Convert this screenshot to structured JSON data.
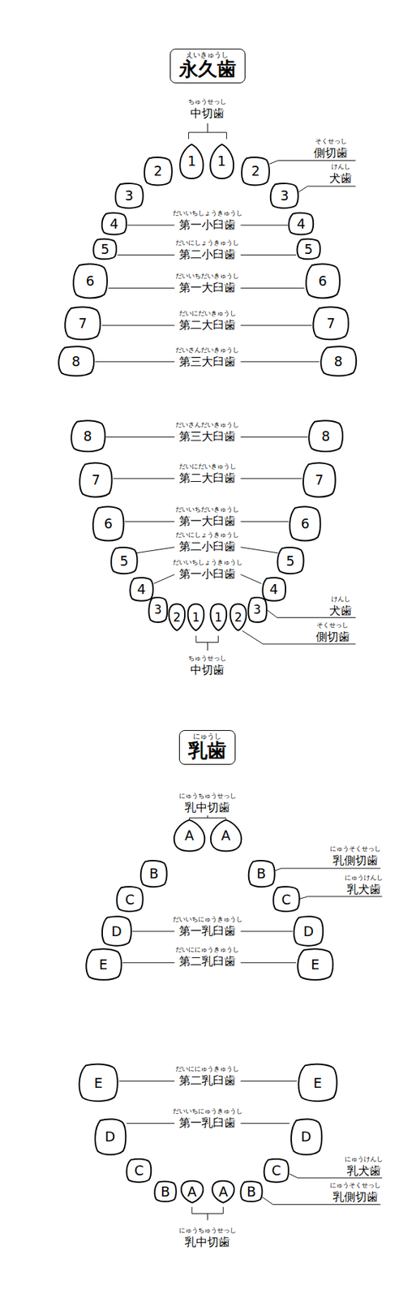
{
  "diagram": {
    "nodes": [
      {
        "text": [
          "えいきゅうし",
          "永久歯"
        ]
      },
      {
        "text": [
          "1"
        ]
      },
      {
        "text": [
          "1"
        ]
      },
      {
        "text": [
          "2"
        ]
      },
      {
        "text": [
          "2"
        ]
      },
      {
        "text": [
          "3"
        ]
      },
      {
        "text": [
          "3"
        ]
      },
      {
        "text": [
          "4"
        ]
      },
      {
        "text": [
          "4"
        ]
      },
      {
        "text": [
          "5"
        ]
      },
      {
        "text": [
          "5"
        ]
      },
      {
        "text": [
          "6"
        ]
      },
      {
        "text": [
          "6"
        ]
      },
      {
        "text": [
          "7"
        ]
      },
      {
        "text": [
          "7"
        ]
      },
      {
        "text": [
          "8"
        ]
      },
      {
        "text": [
          "8"
        ]
      },
      {
        "text": [
          "8"
        ]
      },
      {
        "text": [
          "8"
        ]
      },
      {
        "text": [
          "7"
        ]
      },
      {
        "text": [
          "7"
        ]
      },
      {
        "text": [
          "6"
        ]
      },
      {
        "text": [
          "6"
        ]
      },
      {
        "text": [
          "5"
        ]
      },
      {
        "text": [
          "5"
        ]
      },
      {
        "text": [
          "4"
        ]
      },
      {
        "text": [
          "4"
        ]
      },
      {
        "text": [
          "3"
        ]
      },
      {
        "text": [
          "3"
        ]
      },
      {
        "text": [
          "2"
        ]
      },
      {
        "text": [
          "2"
        ]
      },
      {
        "text": [
          "1"
        ]
      },
      {
        "text": [
          "1"
        ]
      },
      {
        "text": [
          "にゅうし",
          "乳歯"
        ]
      },
      {
        "text": [
          "A"
        ]
      },
      {
        "text": [
          "A"
        ]
      },
      {
        "text": [
          "B"
        ]
      },
      {
        "text": [
          "B"
        ]
      },
      {
        "text": [
          "C"
        ]
      },
      {
        "text": [
          "C"
        ]
      },
      {
        "text": [
          "D"
        ]
      },
      {
        "text": [
          "D"
        ]
      },
      {
        "text": [
          "E"
        ]
      },
      {
        "text": [
          "E"
        ]
      },
      {
        "text": [
          "E"
        ]
      },
      {
        "text": [
          "E"
        ]
      },
      {
        "text": [
          "D"
        ]
      },
      {
        "text": [
          "D"
        ]
      },
      {
        "text": [
          "C"
        ]
      },
      {
        "text": [
          "C"
        ]
      },
      {
        "text": [
          "B"
        ]
      },
      {
        "text": [
          "B"
        ]
      },
      {
        "text": [
          "A"
        ]
      },
      {
        "text": [
          "A"
        ]
      }
    ],
    "labels": [
      "ちゅうせっし",
      "中切歯",
      "そくせっし",
      "側切歯",
      "けんし",
      "犬歯",
      "だいいちしょうきゅうし",
      "第一小臼歯",
      "だいにしょうきゅうし",
      "第二小臼歯",
      "だいいちだいきゅうし",
      "第一大臼歯",
      "だいにだいきゅうし",
      "第二大臼歯",
      "だいさんだいきゅうし",
      "第三大臼歯",
      "だいさんだいきゅうし",
      "第三大臼歯",
      "だいにだいきゅうし",
      "第二大臼歯",
      "だいいちだいきゅうし",
      "第一大臼歯",
      "だいにしょうきゅうし",
      "第二小臼歯",
      "だいいちしょうきゅうし",
      "第一小臼歯",
      "けんし",
      "犬歯",
      "そくせっし",
      "側切歯",
      "ちゅうせっし",
      "中切歯",
      "にゅうちゅうせっし",
      "乳中切歯",
      "にゅうそくせっし",
      "乳側切歯",
      "にゅうけんし",
      "乳犬歯",
      "だいいちにゅうきゅうし",
      "第一乳臼歯",
      "だいににゅうきゅうし",
      "第二乳臼歯",
      "だいににゅうきゅうし",
      "第二乳臼歯",
      "だいいちにゅうきゅうし",
      "第一乳臼歯",
      "にゅうけんし",
      "乳犬歯",
      "にゅうそくせっし",
      "乳側切歯",
      "にゅうちゅうせっし",
      "乳中切歯"
    ]
  }
}
